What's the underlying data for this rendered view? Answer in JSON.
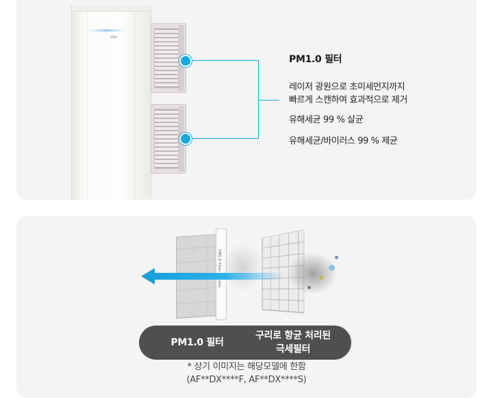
{
  "top_section": {
    "title": "PM1.0 필터",
    "description_line1": "레이저 광원으로 초미세먼지까지",
    "description_line2": "빠르게 스캔하여 효과적으로 제거",
    "feature1": "유해세균 99 % 살균",
    "feature2": "유해세균/바이러스 99 % 제균"
  },
  "bottom_section": {
    "filter_frame_label": "PM1.0 Filter System",
    "pill_left_label": "PM1.0 필터",
    "pill_right_line1": "구리로 항균 처리된",
    "pill_right_line2": "극세필터",
    "note_line1": "* 상기 이미지는 해당모델에 한함",
    "note_line2": "(AF**DX****F, AF**DX****S)"
  },
  "colors": {
    "accent": "#1aa8e0",
    "panel_bg": "#f4f4f4",
    "pill_bg": "#4f4f4f"
  }
}
